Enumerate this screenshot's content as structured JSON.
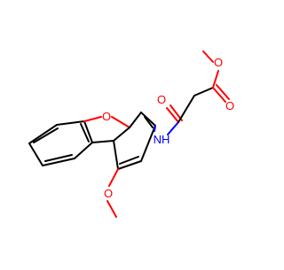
{
  "molecule": {
    "atoms": {
      "ring_oxygen": "O",
      "amide_nh": "NH",
      "amide_oxygen": "O",
      "ester_carbonyl_oxygen": "O",
      "ester_ether_oxygen": "O",
      "methoxy_oxygen": "O"
    },
    "colors": {
      "bond": "#000000",
      "oxygen": "#ff0000",
      "nitrogen": "#0000ff",
      "background": "#ffffff"
    }
  }
}
